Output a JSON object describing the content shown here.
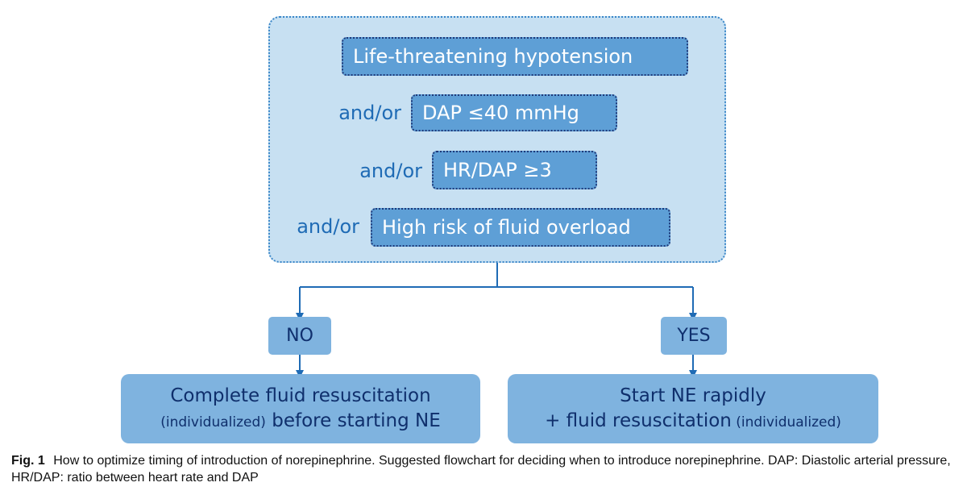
{
  "criteria": {
    "primary": "Life-threatening hypotension",
    "items": [
      {
        "connector": "and/or",
        "label": "DAP ≤40 mmHg"
      },
      {
        "connector": "and/or",
        "label": "HR/DAP ≥3"
      },
      {
        "connector": "and/or",
        "label": "High risk of fluid overload"
      }
    ]
  },
  "decisions": {
    "no": "NO",
    "yes": "YES"
  },
  "outcomes": {
    "no": {
      "line1": "Complete fluid resuscitation",
      "line2_small": "(individualized)",
      "line2_big": " before starting NE"
    },
    "yes": {
      "line1": "Start NE rapidly",
      "line2_big": "+ fluid resuscitation",
      "line2_small": " (individualized)"
    }
  },
  "caption": {
    "label": "Fig. 1",
    "text": "How to optimize timing of introduction of norepinephrine. Suggested flowchart for deciding when to introduce norepinephrine. DAP: Diastolic arterial pressure, HR/DAP: ratio between heart rate and DAP"
  },
  "colors": {
    "panel_fill": "#c7e0f2",
    "panel_border": "#3a86c8",
    "criteria_box_fill": "#5e9fd6",
    "criteria_box_border": "#1f3a7a",
    "connector_text": "#1f6bb5",
    "decision_fill": "#7fb3df",
    "outcome_text": "#0f2f6c",
    "arrow": "#1f6bb5"
  }
}
